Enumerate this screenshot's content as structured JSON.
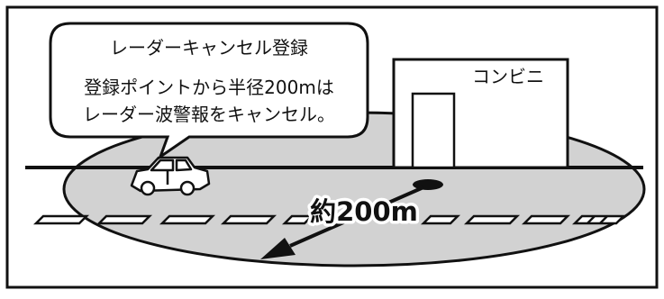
{
  "callout": {
    "title": "レーダーキャンセル登録",
    "line1": "登録ポイントから半径200mは",
    "line2": "レーダー波警報をキャンセル。"
  },
  "store": {
    "label": "コンビニ"
  },
  "radius_label": "約200m",
  "icons": {
    "car": "car-icon",
    "store": "convenience-store-icon",
    "point": "registered-point-icon",
    "arrow": "radius-arrow-icon"
  },
  "colors": {
    "zone": "#d2d2d2",
    "ink": "#111111",
    "background": "#ffffff"
  }
}
